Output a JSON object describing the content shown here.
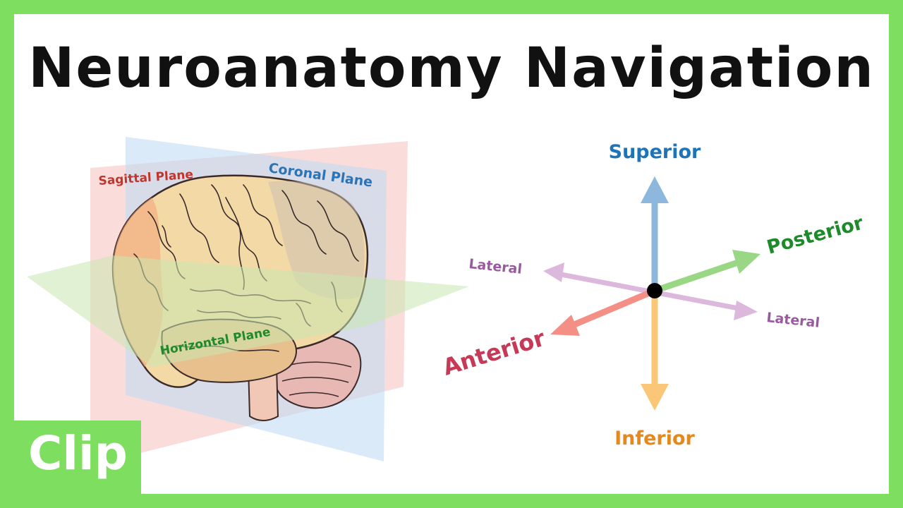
{
  "title": "Neuroanatomy Navigation",
  "badge": "Clip",
  "planes": {
    "sagittal": "Sagittal Plane",
    "coronal": "Coronal Plane",
    "horizontal": "Horizontal Plane"
  },
  "directions": {
    "superior": "Superior",
    "inferior": "Inferior",
    "anterior": "Anterior",
    "posterior": "Posterior",
    "lateral_left": "Lateral",
    "lateral_right": "Lateral"
  },
  "colors": {
    "border": "#7ede5f",
    "superior": "#1f74b8",
    "inferior": "#e5891e",
    "anterior": "#c63a57",
    "posterior": "#1e8a2a",
    "lateral": "#9a5aa0",
    "sagittal_plane": "#f7b7b2",
    "coronal_plane": "#b6d6f2",
    "horizontal_plane": "#bfe3a8"
  }
}
